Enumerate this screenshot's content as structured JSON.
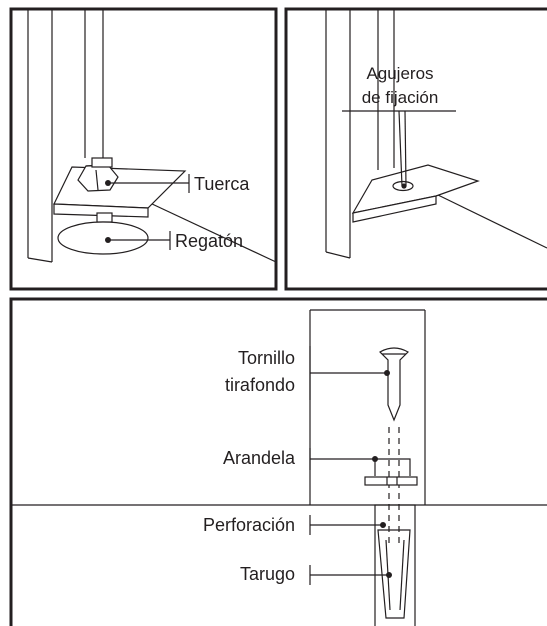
{
  "panel_top_left": {
    "labels": {
      "nut": "Tuerca",
      "foot": "Regatón"
    }
  },
  "panel_top_right": {
    "label_line1": "Agujeros",
    "label_line2": "de fijación"
  },
  "panel_bottom": {
    "labels": {
      "screw_line1": "Tornillo",
      "screw_line2": "tirafondo",
      "washer": "Arandela",
      "drill": "Perforación",
      "plug": "Tarugo"
    }
  },
  "colors": {
    "line": "#231f20",
    "background": "#ffffff"
  }
}
